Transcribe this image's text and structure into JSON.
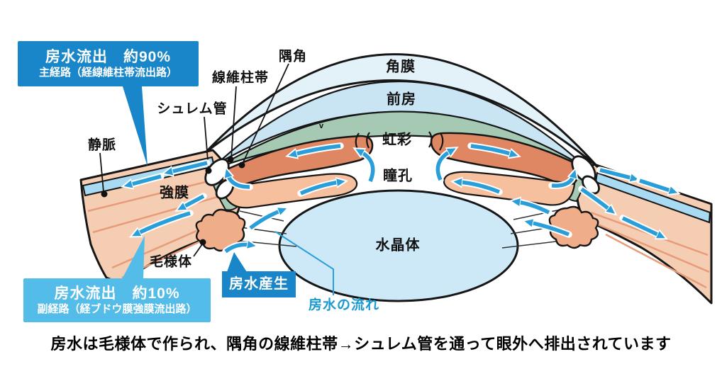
{
  "diagram": {
    "callouts": {
      "main": {
        "title": "房水流出　約90%",
        "subtitle": "主経路（経線維柱帯流出路）"
      },
      "secondary": {
        "title": "房水流出　約10%",
        "subtitle": "副経路（経ブドウ膜強膜流出路）"
      },
      "production": {
        "title": "房水産生"
      }
    },
    "labels": {
      "angle": "隅角",
      "trabecular_meshwork": "線維柱帯",
      "schlemm_canal": "シュレム管",
      "vein": "静脈",
      "sclera": "強膜",
      "cornea": "角膜",
      "anterior_chamber": "前房",
      "iris": "虹彩",
      "pupil": "瞳孔",
      "lens": "水晶体",
      "ciliary_body": "毛様体",
      "aqueous_flow": "房水の流れ",
      "stray_mark": "v"
    },
    "caption": "房水は毛様体で作られ、隅角の線維柱帯→シュレム管を通って眼外へ排出されています",
    "colors": {
      "callout_blue": "#1886c8",
      "callout_light_blue": "#54bce8",
      "arrow_blue": "#2a9ed8",
      "flow_label_blue": "#1b9ad2",
      "cornea_fill": "#e3f1f9",
      "anterior_chamber_fill": "#c9e4f3",
      "ciliary_band_green": "#a6c9b4",
      "iris_fill": "#df8663",
      "sclera_fill": "#f5cdb2",
      "lens_fill": "#cde9f8",
      "vein_fill": "#a8daf2"
    }
  }
}
